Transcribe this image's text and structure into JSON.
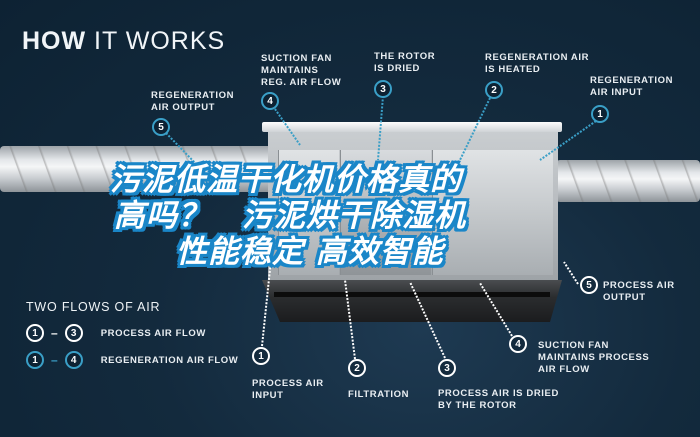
{
  "title": {
    "part1": "HOW",
    "part2": " IT WORKS"
  },
  "top_callouts": [
    {
      "num": "5",
      "label": "REGENERATION\nAIR OUTPUT"
    },
    {
      "num": "4",
      "label": "SUCTION FAN\nMAINTAINS\nREG. AIR FLOW"
    },
    {
      "num": "3",
      "label": "THE ROTOR\nIS DRIED"
    },
    {
      "num": "2",
      "label": "REGENERATION AIR\nIS HEATED"
    },
    {
      "num": "1",
      "label": "REGENERATION\nAIR INPUT"
    }
  ],
  "bottom_callouts": [
    {
      "num": "1",
      "label": "PROCESS AIR\nINPUT"
    },
    {
      "num": "2",
      "label": "FILTRATION"
    },
    {
      "num": "3",
      "label": "PROCESS AIR IS DRIED\nBY THE ROTOR"
    },
    {
      "num": "4",
      "label": "SUCTION FAN\nMAINTAINS PROCESS\nAIR FLOW"
    },
    {
      "num": "5",
      "label": "PROCESS AIR\nOUTPUT"
    }
  ],
  "legend": {
    "heading": "TWO FLOWS OF AIR",
    "rows": [
      {
        "from": "1",
        "to": "3",
        "label": "PROCESS AIR FLOW",
        "style": "white"
      },
      {
        "from": "1",
        "to": "4",
        "label": "REGENERATION AIR FLOW",
        "style": "blue"
      }
    ]
  },
  "overlay": {
    "line1": "污泥低温干化机价格真的",
    "line2": "高吗？　污泥烘干除湿机",
    "line3": "性能稳定 高效智能"
  },
  "colors": {
    "background": "#0d2233",
    "regeneration_accent": "#3a9fc7",
    "process_accent": "#ffffff",
    "overlay_stroke": "#1a86c8"
  }
}
